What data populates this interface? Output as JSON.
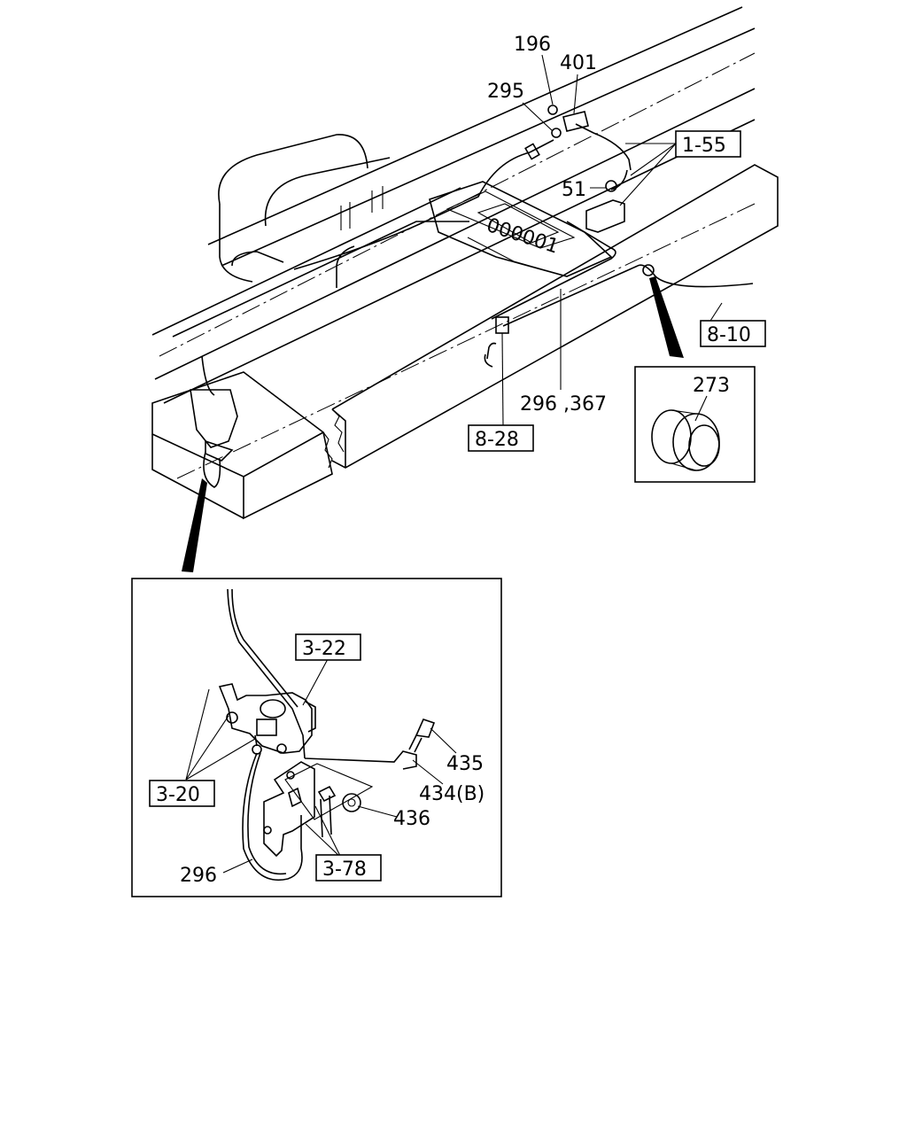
{
  "callouts": {
    "c196": "196",
    "c401": "401",
    "c295": "295",
    "c51": "51",
    "c296_367": "296 ,367",
    "c273": "273",
    "c435": "435",
    "c434b": "434(B)",
    "c436": "436",
    "c296": "296"
  },
  "ref_boxes": {
    "r1_55": "1-55",
    "r8_10": "8-10",
    "r8_28": "8-28",
    "r3_22": "3-22",
    "r3_20": "3-20",
    "r3_78": "3-78"
  }
}
